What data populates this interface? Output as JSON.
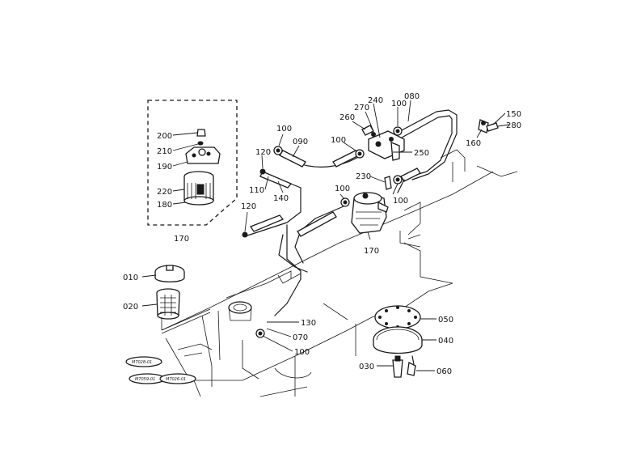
{
  "diagram": {
    "labels": {
      "p200": "200",
      "p210": "210",
      "p190": "190",
      "p220": "220",
      "p180": "180",
      "p170_inset": "170",
      "p120_a": "120",
      "p110": "110",
      "p140": "140",
      "p120_b": "120",
      "p100_a": "100",
      "p090": "090",
      "p100_b": "100",
      "p260": "260",
      "p270": "270",
      "p240": "240",
      "p100_c": "100",
      "p080": "080",
      "p150": "150",
      "p280": "280",
      "p160": "160",
      "p250": "250",
      "p230": "230",
      "p100_d": "100",
      "p100_e": "100",
      "p170_main": "170",
      "p010": "010",
      "p020": "020",
      "p130": "130",
      "p070": "070",
      "p100_f": "100",
      "p050": "050",
      "p040": "040",
      "p030": "030",
      "p060": "060"
    },
    "refs": {
      "r1": "M7028-01",
      "r2": "M7059-01",
      "r3": "M7026-01"
    }
  }
}
